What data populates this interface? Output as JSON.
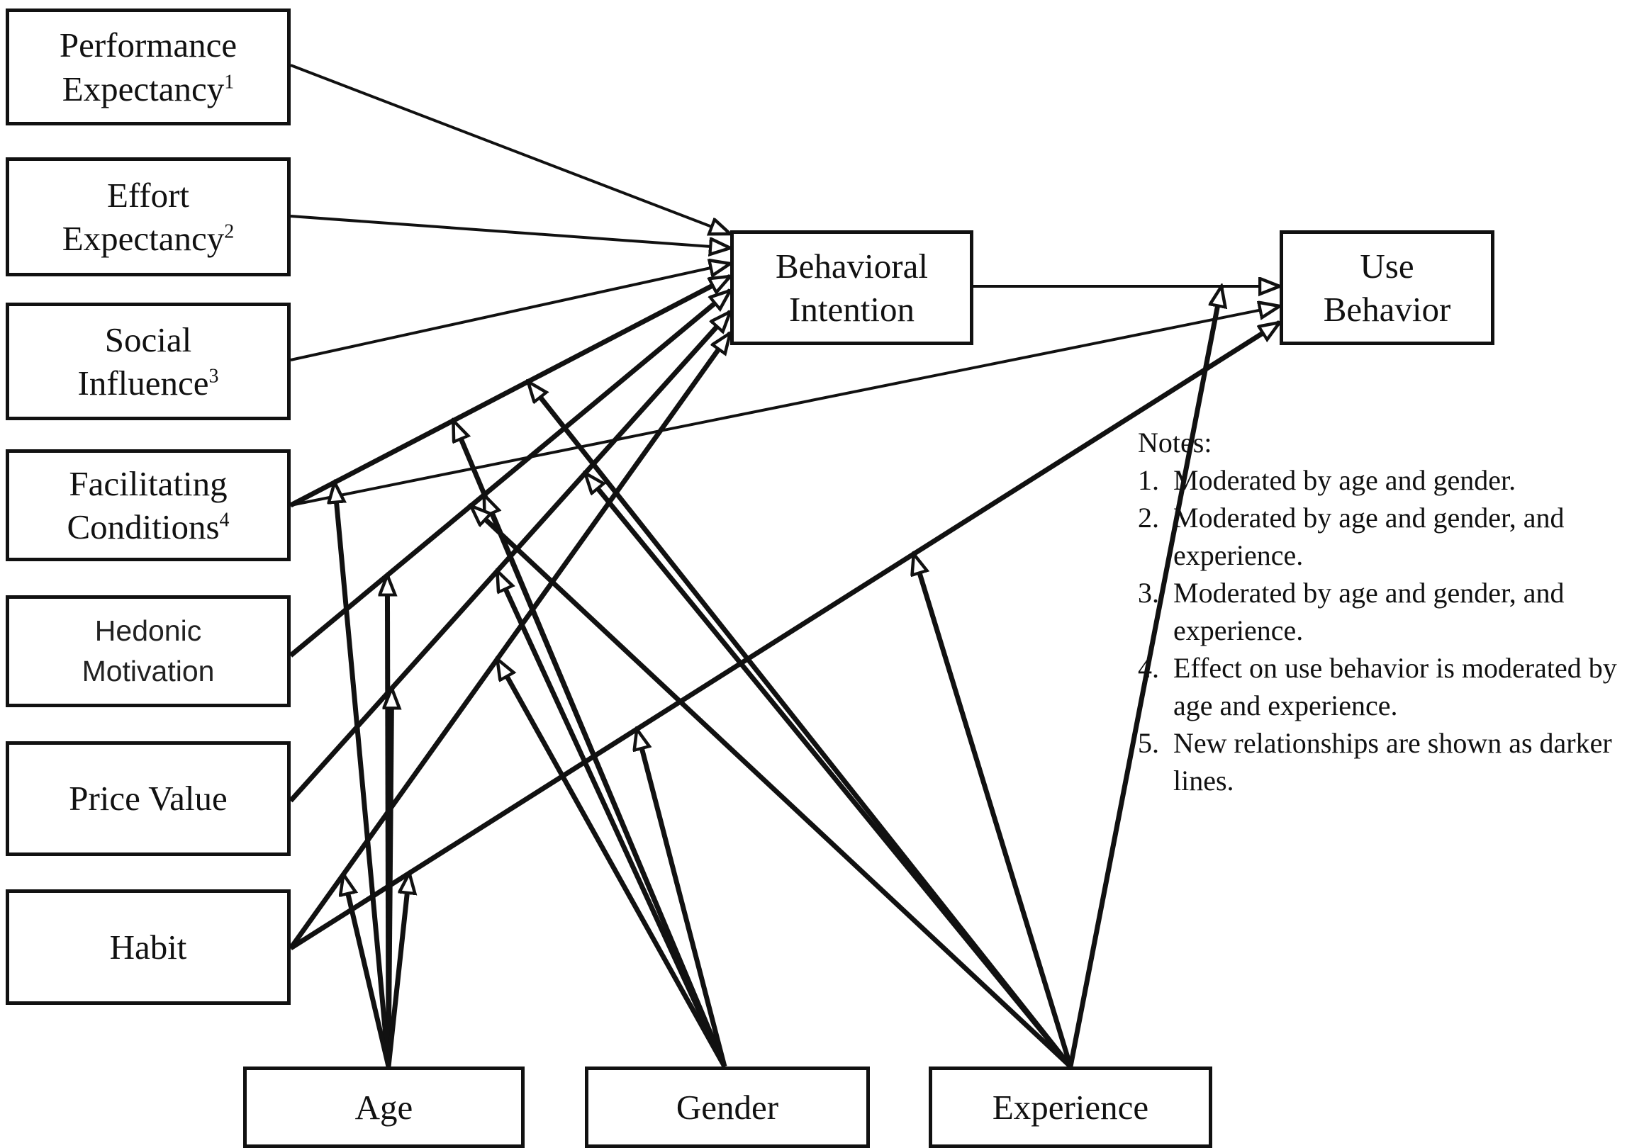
{
  "nodes": {
    "performance_expectancy": {
      "lines": [
        "Performance",
        "Expectancy"
      ],
      "sup": "1"
    },
    "effort_expectancy": {
      "lines": [
        "Effort",
        "Expectancy"
      ],
      "sup": "2"
    },
    "social_influence": {
      "lines": [
        "Social",
        "Influence"
      ],
      "sup": "3"
    },
    "facilitating_conditions": {
      "lines": [
        "Facilitating",
        "Conditions"
      ],
      "sup": "4"
    },
    "hedonic_motivation": {
      "lines": [
        "Hedonic",
        "Motivation"
      ]
    },
    "price_value": {
      "lines": [
        "Price Value"
      ]
    },
    "habit": {
      "lines": [
        "Habit"
      ]
    },
    "behavioral_intention": {
      "lines": [
        "Behavioral",
        "Intention"
      ]
    },
    "use_behavior": {
      "lines": [
        "Use",
        "Behavior"
      ]
    },
    "age": {
      "lines": [
        "Age"
      ]
    },
    "gender": {
      "lines": [
        "Gender"
      ]
    },
    "experience": {
      "lines": [
        "Experience"
      ]
    }
  },
  "edges": [
    {
      "from": "performance_expectancy",
      "to": "behavioral_intention",
      "style": "thin"
    },
    {
      "from": "effort_expectancy",
      "to": "behavioral_intention",
      "style": "thin"
    },
    {
      "from": "social_influence",
      "to": "behavioral_intention",
      "style": "thin"
    },
    {
      "from": "facilitating_conditions",
      "to": "behavioral_intention",
      "style": "thick"
    },
    {
      "from": "facilitating_conditions",
      "to": "use_behavior",
      "style": "thin"
    },
    {
      "from": "hedonic_motivation",
      "to": "behavioral_intention",
      "style": "thick"
    },
    {
      "from": "price_value",
      "to": "behavioral_intention",
      "style": "thick"
    },
    {
      "from": "habit",
      "to": "behavioral_intention",
      "style": "thick"
    },
    {
      "from": "habit",
      "to": "use_behavior",
      "style": "thick"
    },
    {
      "from": "behavioral_intention",
      "to": "use_behavior",
      "style": "thin"
    }
  ],
  "moderators": [
    {
      "from": "age",
      "onto": "facilitating_conditions->behavioral_intention"
    },
    {
      "from": "age",
      "onto": "hedonic_motivation->behavioral_intention"
    },
    {
      "from": "age",
      "onto": "price_value->behavioral_intention"
    },
    {
      "from": "age",
      "onto": "habit->behavioral_intention"
    },
    {
      "from": "age",
      "onto": "habit->use_behavior"
    },
    {
      "from": "gender",
      "onto": "facilitating_conditions->behavioral_intention"
    },
    {
      "from": "gender",
      "onto": "hedonic_motivation->behavioral_intention"
    },
    {
      "from": "gender",
      "onto": "price_value->behavioral_intention"
    },
    {
      "from": "gender",
      "onto": "habit->behavioral_intention"
    },
    {
      "from": "gender",
      "onto": "habit->use_behavior"
    },
    {
      "from": "experience",
      "onto": "facilitating_conditions->behavioral_intention"
    },
    {
      "from": "experience",
      "onto": "hedonic_motivation->behavioral_intention"
    },
    {
      "from": "experience",
      "onto": "price_value->behavioral_intention"
    },
    {
      "from": "experience",
      "onto": "habit->use_behavior"
    },
    {
      "from": "experience",
      "onto": "behavioral_intention->use_behavior"
    }
  ],
  "notes": {
    "title": "Notes:",
    "items": [
      {
        "num": "1.",
        "text": "Moderated by age and gender."
      },
      {
        "num": "2.",
        "text": "Moderated by age and gender, and experience."
      },
      {
        "num": "3.",
        "text": "Moderated by age and gender, and experience."
      },
      {
        "num": "4.",
        "text": "Effect on use behavior is moderated by age and experience."
      },
      {
        "num": "5.",
        "text": "New relationships are shown as darker lines."
      }
    ]
  }
}
